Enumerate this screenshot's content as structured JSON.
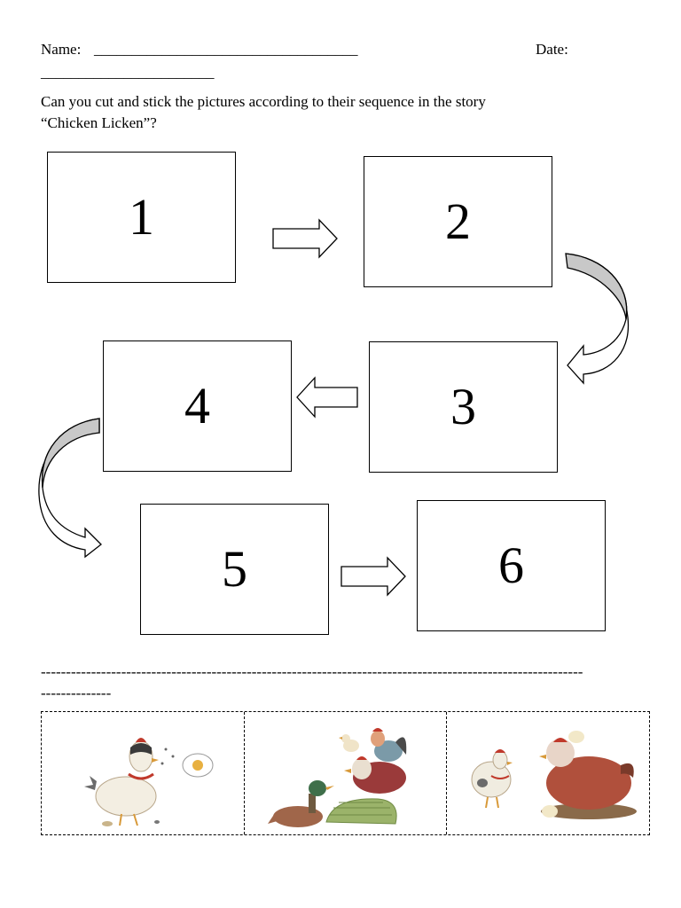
{
  "header": {
    "name_label": "Name:",
    "name_blank": "___________________________________",
    "date_label": "Date:",
    "date_blank": "_______________________"
  },
  "instructions": {
    "line1": "Can you cut and stick the pictures according to their sequence in the story",
    "line2": "“Chicken Licken”?"
  },
  "sequence_boxes": [
    "1",
    "2",
    "3",
    "4",
    "5",
    "6"
  ],
  "cut_line": {
    "row1": "------------------------------------------------------------------------------------------------------------",
    "row2": "--------------"
  },
  "pictures": [
    {
      "icon": "chicken-looking-at-egg-illustration"
    },
    {
      "icon": "duck-goose-hen-rooster-stack-illustration"
    },
    {
      "icon": "hen-with-chicks-illustration"
    }
  ]
}
